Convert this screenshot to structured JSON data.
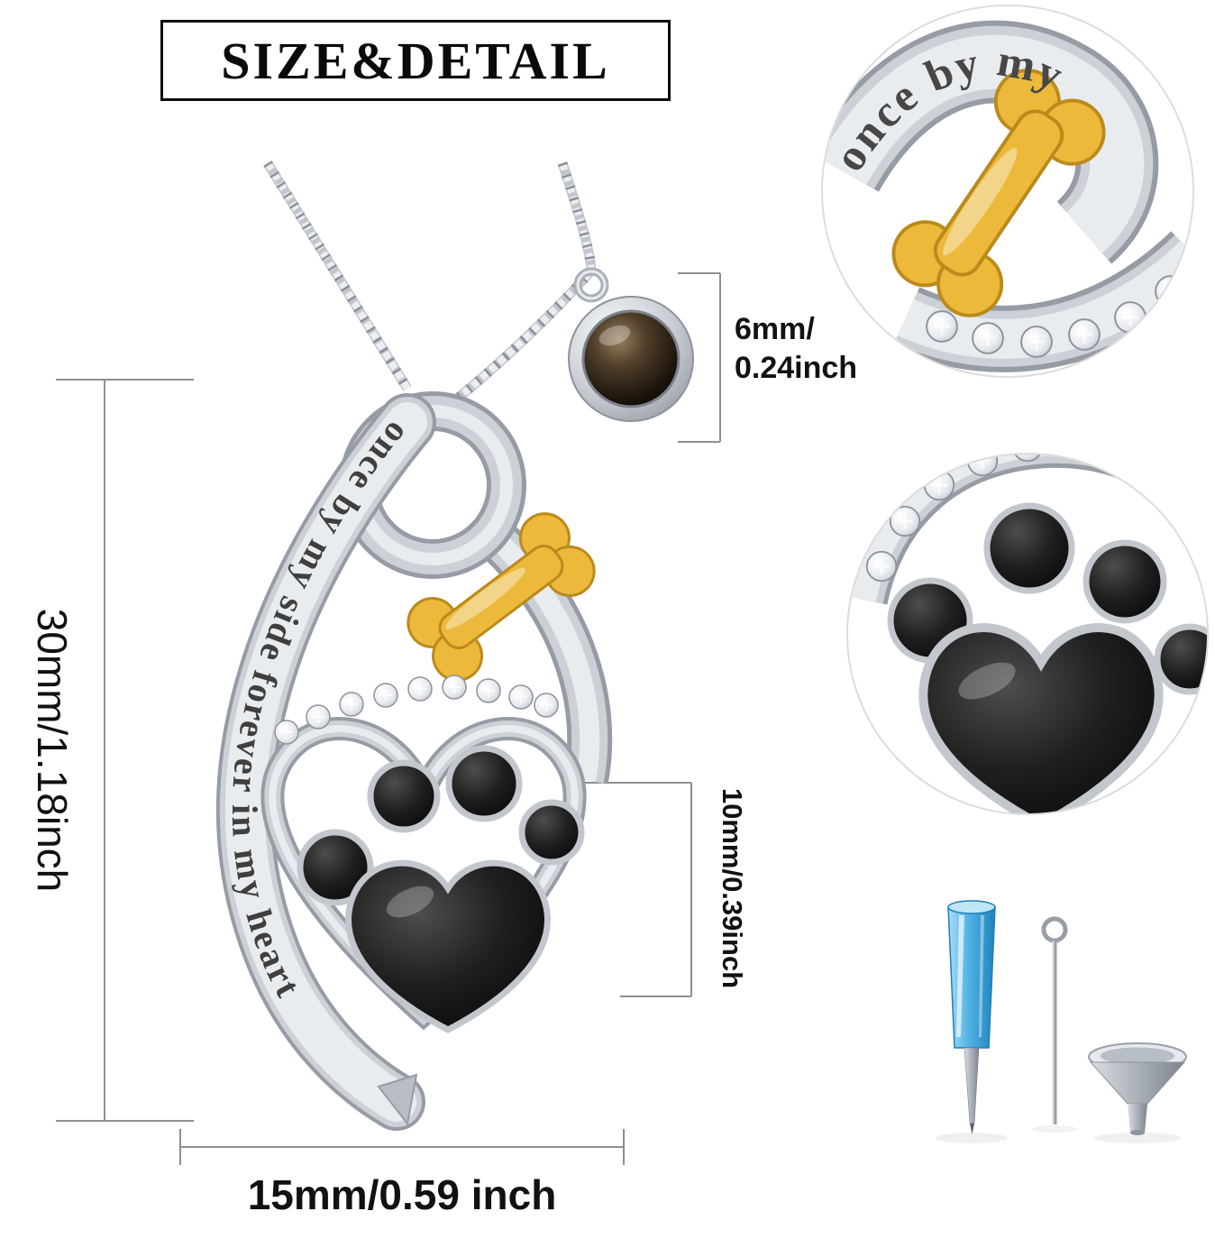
{
  "header": {
    "title": "SIZE&DETAIL"
  },
  "pendant": {
    "engraving": "once by my side forever in my heart",
    "zoom_engraving": "once by my"
  },
  "dimensions": {
    "height": "30mm/1.18inch",
    "width": "15mm/0.59 inch",
    "stone_line1": "6mm/",
    "stone_line2": "0.24inch",
    "paw": "10mm/0.39inch"
  },
  "colors": {
    "silver": "#c6cbd2",
    "silver_dark": "#969ca5",
    "gold": "#ecb93b",
    "enamel_black": "#141414",
    "projection_stone": "#1a130c",
    "tool_blue": "#3ea4da",
    "dimension_line": "#8f8f8f",
    "header_border": "#0a0a0a"
  }
}
